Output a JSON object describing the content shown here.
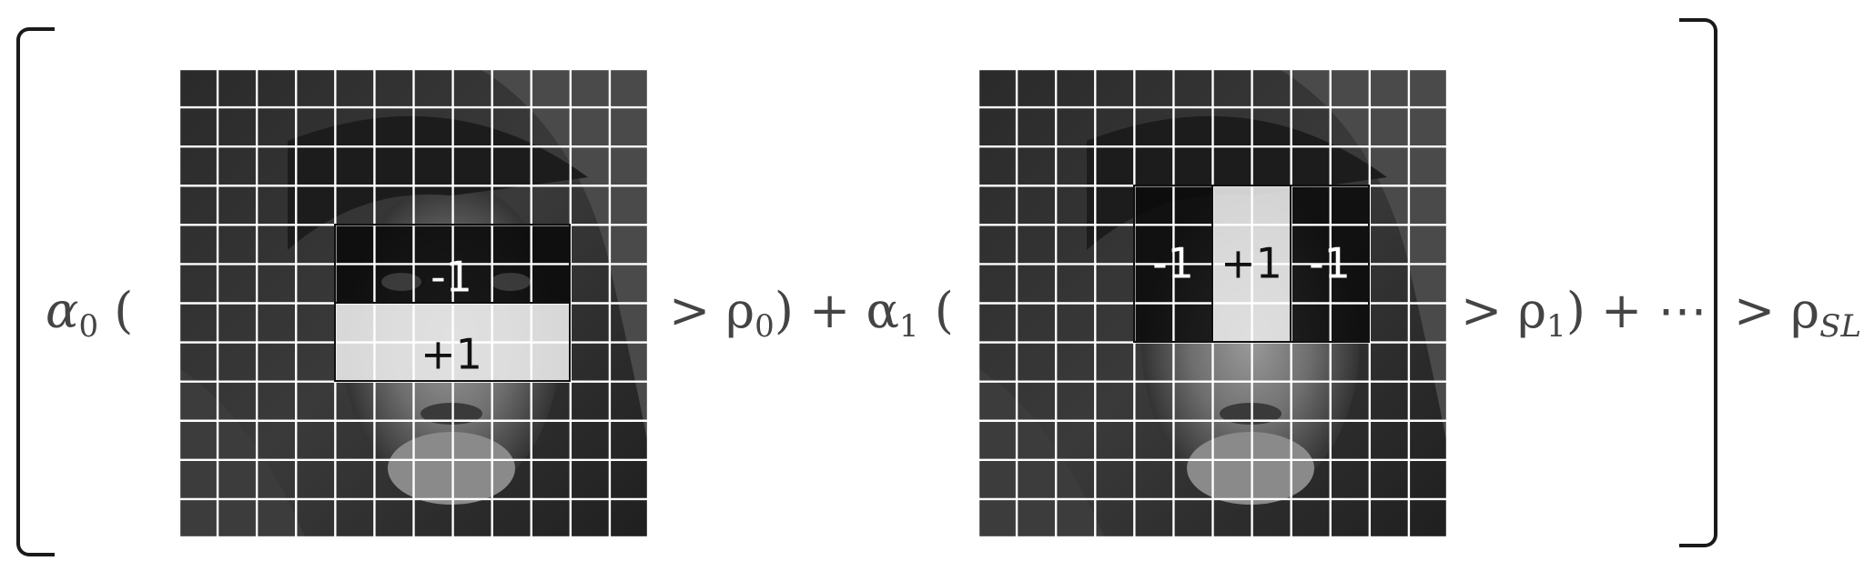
{
  "formula": {
    "alpha0": "α",
    "alpha0_sub": "0",
    "open_paren_0": "(",
    "gt_rho0": "> ρ",
    "rho0_sub": "0",
    "close_plus_alpha1": ") + α",
    "alpha1_sub": "1",
    "open_paren_1": "(",
    "gt_rho1": "> ρ",
    "rho1_sub": "1",
    "close_plus_dots": ") + ⋯",
    "gt_rho_sl": "> ρ",
    "rho_sl_sub": "SL"
  },
  "panels": [
    {
      "id": "feature-0",
      "grid": {
        "cols": 12,
        "rows": 12
      },
      "regions": [
        {
          "label": "-1",
          "sign": "negative"
        },
        {
          "label": "+1",
          "sign": "positive"
        }
      ]
    },
    {
      "id": "feature-1",
      "grid": {
        "cols": 12,
        "rows": 12
      },
      "regions": [
        {
          "label": "-1",
          "sign": "negative"
        },
        {
          "label": "+1",
          "sign": "positive"
        },
        {
          "label": "-1",
          "sign": "negative"
        }
      ]
    }
  ],
  "colors": {
    "grid_line": "#ffffff",
    "negative_fill": "#0b0b0b",
    "positive_fill": "#e6e6e6",
    "bracket": "#1a1a1a",
    "math_text": "#444444"
  }
}
